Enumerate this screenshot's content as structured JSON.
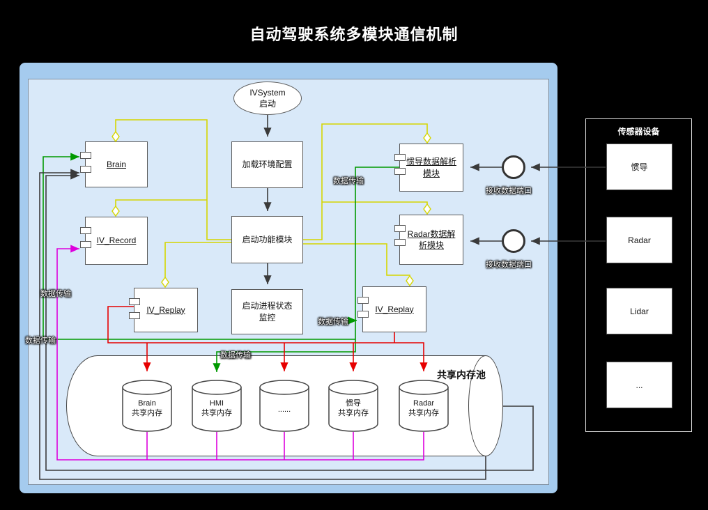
{
  "title": "自动驾驶系统多模块通信机制",
  "flow": {
    "start": {
      "line1": "IVSystem",
      "line2": "启动"
    },
    "load_config": "加载环境配置",
    "start_modules": "启动功能模块",
    "process_monitor": "启动进程状态监控"
  },
  "components": {
    "brain": "Brain",
    "iv_record": "IV_Record",
    "iv_replay_left": "IV_Replay",
    "ins_parser": "惯导数据解析模块",
    "radar_parser": "Radar数据解析模块",
    "iv_replay_right": "IV_Replay"
  },
  "labels": {
    "data_transfer": "数据传输",
    "receive_port": "接收数据端口"
  },
  "memory_pool": {
    "title": "共享内存池",
    "cylinders": [
      {
        "line1": "Brain",
        "line2": "共享内存"
      },
      {
        "line1": "HMI",
        "line2": "共享内存"
      },
      {
        "line1": "......",
        "line2": ""
      },
      {
        "line1": "惯导",
        "line2": "共享内存"
      },
      {
        "line1": "Radar",
        "line2": "共享内存"
      }
    ]
  },
  "sensor_panel": {
    "title": "传感器设备",
    "items": [
      {
        "label": "惯导"
      },
      {
        "label": "Radar"
      },
      {
        "label": "Lidar"
      },
      {
        "label": "..."
      }
    ]
  },
  "colors": {
    "yellow": "#d6d600",
    "green": "#009900",
    "red": "#e60000",
    "magenta": "#dd00dd",
    "line_dark": "#3a3a3a",
    "outer_blue": "#a5cbee",
    "inner_blue": "#d9e9f9"
  }
}
